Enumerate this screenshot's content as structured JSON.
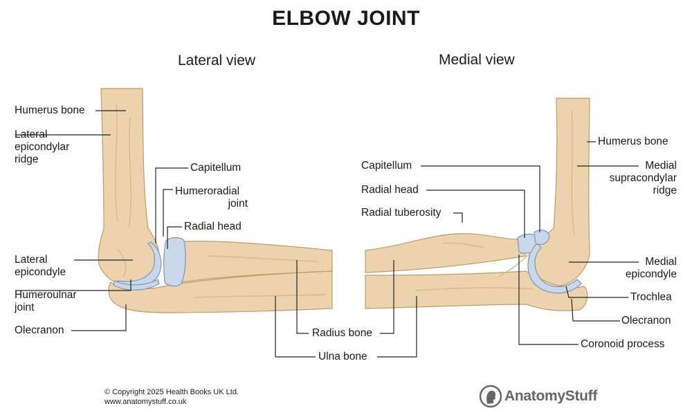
{
  "title": "ELBOW JOINT",
  "views": {
    "lateral": "Lateral view",
    "medial": "Medial view"
  },
  "labels_left": {
    "humerus_bone": "Humerus bone",
    "lateral_epicondylar_ridge": [
      "Lateral",
      "epicondylar",
      "ridge"
    ],
    "capitellum": "Capitellum",
    "humeroradial_joint": [
      "Humeroradial",
      "joint"
    ],
    "radial_head": "Radial head",
    "lateral_epicondyle": [
      "Lateral",
      "epicondyle"
    ],
    "humeroulnar_joint": [
      "Humeroulnar",
      "joint"
    ],
    "olecranon": "Olecranon"
  },
  "labels_center": {
    "radius_bone": "Radius bone",
    "ulna_bone": "Ulna bone"
  },
  "labels_right": {
    "capitellum": "Capitellum",
    "radial_head": "Radial head",
    "radial_tuberosity": "Radial tuberosity",
    "humerus_bone": "Humerus bone",
    "medial_supracondylar_ridge": [
      "Medial",
      "supracondylar",
      "ridge"
    ],
    "medial_epicondyle": [
      "Medial",
      "epicondyle"
    ],
    "trochlea": "Trochlea",
    "olecranon": "Olecranon",
    "coronoid_process": "Coronoid process"
  },
  "footer": {
    "copyright": "© Copyright 2025 Health Books UK Ltd.",
    "website": "www.anatomystuff.co.uk",
    "logo": "AnatomyStuff"
  },
  "colors": {
    "bone": "#ecd3ad",
    "bone_shadow": "#d9b888",
    "bone_outline": "#bf9a6a",
    "cartilage": "#c9d7ea",
    "cartilage_outline": "#7e93b3",
    "leader_line": "#222222"
  }
}
